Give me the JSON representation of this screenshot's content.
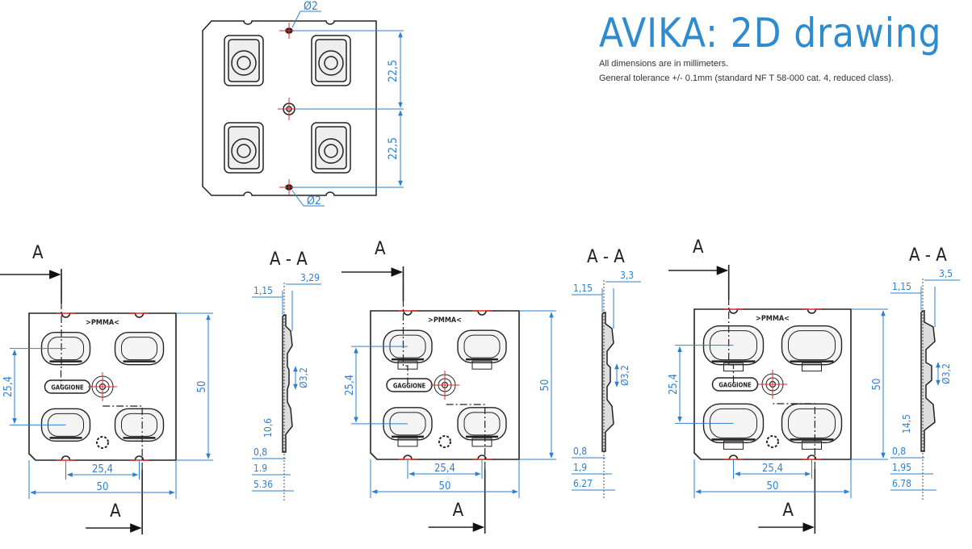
{
  "title": "AVIKA: 2D drawing",
  "notes": {
    "line1": "All dimensions are in millimeters.",
    "line2": "General tolerance +/- 0.1mm (standard NF T 58-000 cat. 4, reduced class)."
  },
  "colors": {
    "dim": "#2e7fd2",
    "outline": "#222222",
    "center": "#e02a2a",
    "title": "#2e8bd0"
  },
  "top_view": {
    "hole_top": "Ø2",
    "hole_bottom": "Ø2",
    "pitch_upper": "22,5",
    "pitch_lower": "22,5"
  },
  "views": [
    {
      "section_letter_top": "A",
      "section_letter_bottom": "A",
      "section_title": "A - A",
      "brand": ">PMMA<",
      "logo": "GAGGIONE",
      "dim_pitch_v": "25,4",
      "dim_height": "50",
      "dim_pitch_h": "25,4",
      "dim_width": "50",
      "sec_top_left": "1,15",
      "sec_top_right": "3,29",
      "sec_dia": "Ø3,2",
      "sec_mid": "10,6",
      "sec_b1": "0,8",
      "sec_b2": "1.9",
      "sec_b3": "5.36"
    },
    {
      "section_letter_top": "A",
      "section_letter_bottom": "A",
      "section_title": "A - A",
      "brand": ">PMMA<",
      "logo": "GAGGIONE",
      "dim_pitch_v": "25,4",
      "dim_height": "50",
      "dim_pitch_h": "25,4",
      "dim_width": "50",
      "sec_top_left": "1,15",
      "sec_top_right": "3,3",
      "sec_dia": "Ø3,2",
      "sec_mid": "",
      "sec_b1": "0,8",
      "sec_b2": "1,9",
      "sec_b3": "6.27"
    },
    {
      "section_letter_top": "A",
      "section_letter_bottom": "A",
      "section_title": "A - A",
      "brand": ">PMMA<",
      "logo": "GAGGIONE",
      "dim_pitch_v": "25,4",
      "dim_height": "50",
      "dim_pitch_h": "25,4",
      "dim_width": "50",
      "sec_top_left": "1,15",
      "sec_top_right": "3,5",
      "sec_dia": "Ø3,2",
      "sec_mid": "14,5",
      "sec_b1": "0,8",
      "sec_b2": "1,95",
      "sec_b3": "6.78"
    }
  ]
}
